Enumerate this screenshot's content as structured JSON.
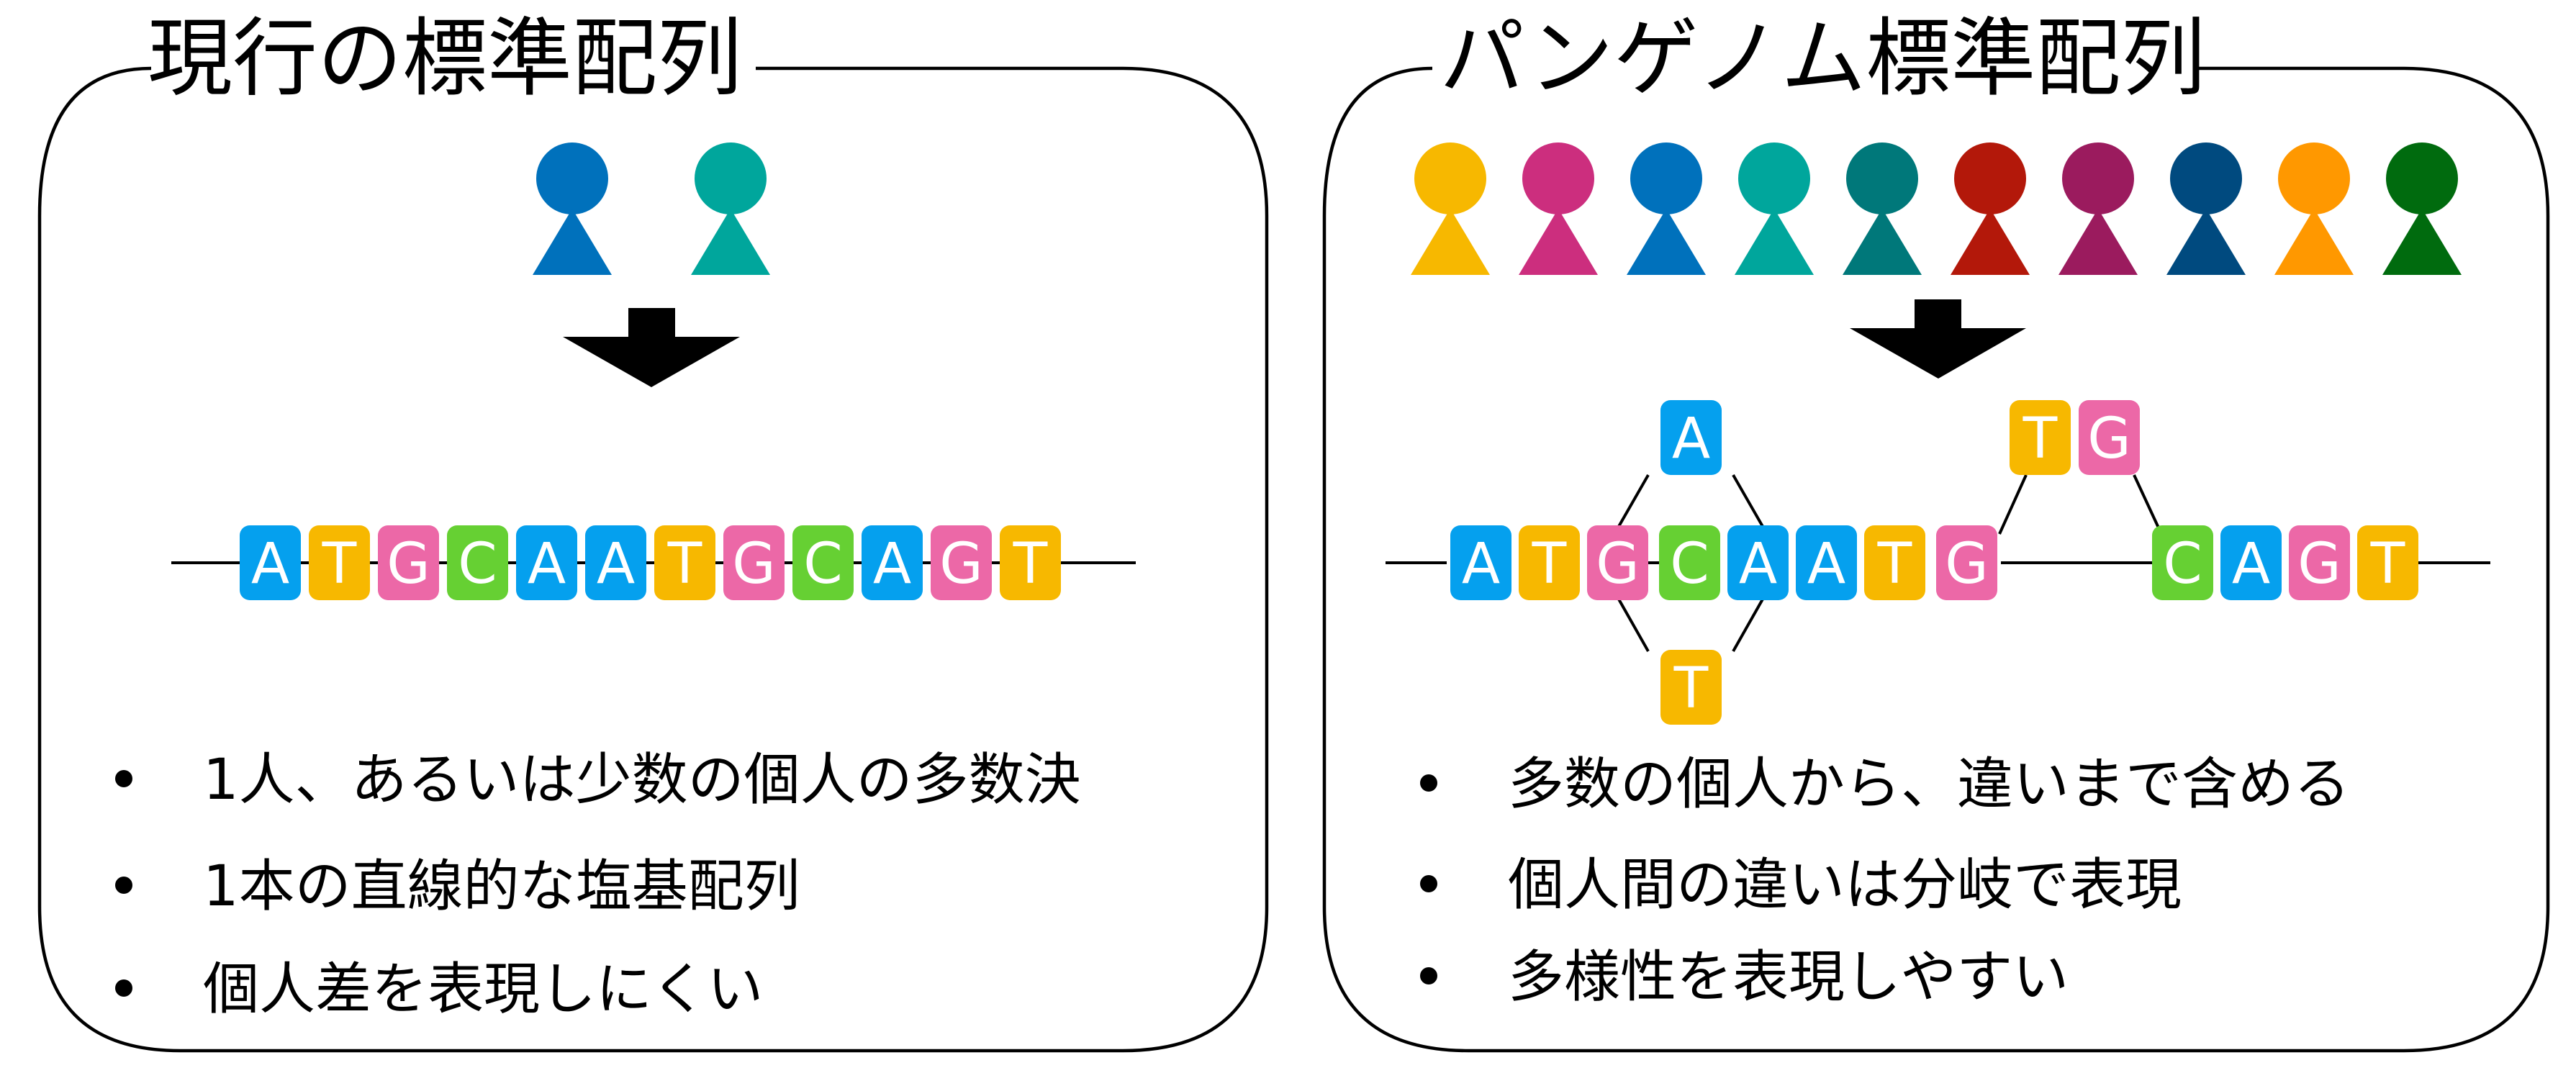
{
  "left_panel": {
    "title": "現行の標準配列",
    "people_colors": [
      "#0071BC",
      "#00A69C"
    ],
    "sequence": [
      "A",
      "T",
      "G",
      "C",
      "A",
      "A",
      "T",
      "G",
      "C",
      "A",
      "G",
      "T"
    ],
    "bullets": [
      "1人、あるいは少数の個人の多数決",
      "1本の直線的な塩基配列",
      "個人差を表現しにくい"
    ]
  },
  "right_panel": {
    "title": "パンゲノム標準配列",
    "people_colors": [
      "#F7B800",
      "#CC2E7E",
      "#0071BC",
      "#00A69C",
      "#00787A",
      "#B3180A",
      "#9B1B5E",
      "#004A7F",
      "#FF9800",
      "#006B0E"
    ],
    "main_sequence": [
      "A",
      "T",
      "G",
      "C",
      "A",
      "A",
      "T",
      "G",
      "C",
      "A",
      "G",
      "T"
    ],
    "branch_top_snp": "A",
    "branch_bottom_snp": "T",
    "insertion": [
      "T",
      "G"
    ],
    "bullets": [
      "多数の個人から、違いまで含める",
      "個人間の違いは分岐で表現",
      "多様性を表現しやすい"
    ]
  },
  "base_colors": {
    "A": "#05A0EE",
    "T": "#F7B800",
    "G": "#EC68A7",
    "C": "#66D033"
  }
}
